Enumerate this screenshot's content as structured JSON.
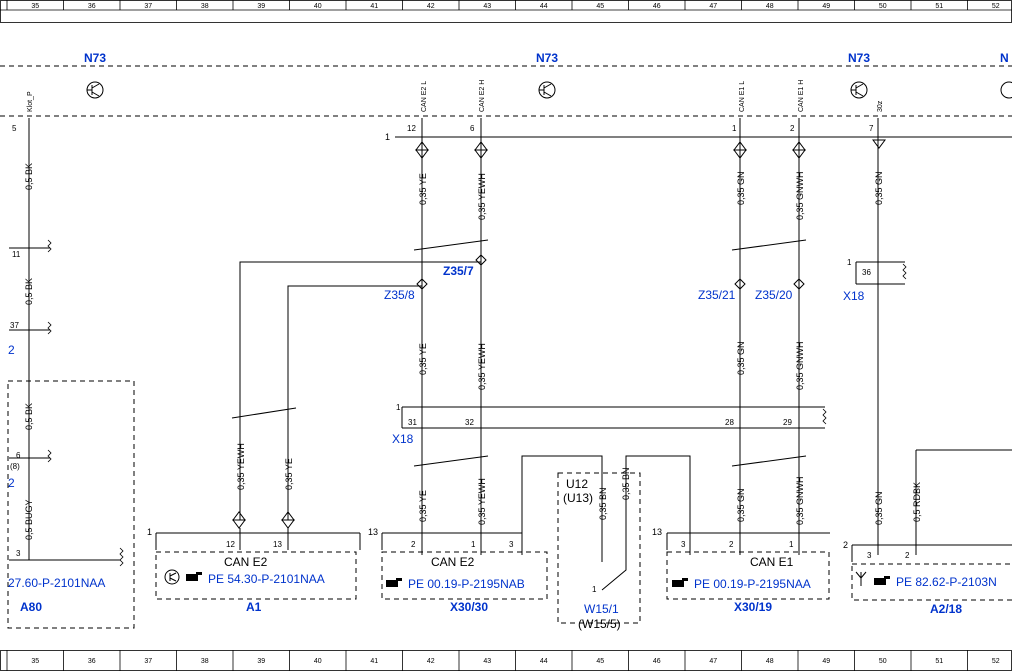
{
  "ruler": {
    "cols": [
      "35",
      "36",
      "37",
      "38",
      "39",
      "40",
      "41",
      "42",
      "43",
      "44",
      "45",
      "46",
      "47",
      "48",
      "49",
      "50",
      "51",
      "52"
    ]
  },
  "header": {
    "module_labels": [
      "N73",
      "N73",
      "N73",
      "N"
    ]
  },
  "signals": {
    "s1": "Klot_P",
    "s2": "CAN E2 L",
    "s3": "CAN E2 H",
    "s4": "CAN E1 L",
    "s5": "CAN E1 H",
    "s6": "30z"
  },
  "pins": {
    "left_5": "5",
    "left_11": "11",
    "left_37": "37",
    "left_6": "6",
    "left_8": "(8)",
    "left_3": "3",
    "n73_1": "1",
    "n73_12": "12",
    "n73_6": "6",
    "n73_1b": "1",
    "n73_2": "2",
    "n73_7": "7",
    "x18_1": "1",
    "x18_36": "36",
    "x18b_1": "1",
    "x18b_31": "31",
    "x18b_32": "32",
    "x18b_28": "28",
    "x18b_29": "29",
    "a1_1": "1",
    "a1_12": "12",
    "a1_13": "13",
    "x3030_13": "13",
    "x3030_2": "2",
    "x3030_1": "1",
    "x3030_3": "3",
    "w15_1": "1",
    "x3019_13": "13",
    "x3019_3": "3",
    "x3019_2": "2",
    "x3019_1": "1",
    "a218_2": "2",
    "a218_3": "3",
    "a218_2b": "2"
  },
  "wires": {
    "w_bk1": "0,5 BK",
    "w_bk2": "0,5 BK",
    "w_bk3": "0,5 BK",
    "w_bugy": "0,5 BUGY",
    "w_ye1": "0,35 YE",
    "w_yewh1": "0,35 YEWH",
    "w_gn1": "0,35 GN",
    "w_gnwh1": "0,35 GNWH",
    "w_gn30": "0,35 GN",
    "w_ye2": "0,35 YE",
    "w_yewh2": "0,35 YEWH",
    "w_gn2": "0,35 GN",
    "w_gnwh2": "0,35 GNWH",
    "w_yewh3": "0,35 YEWH",
    "w_ye3": "0,35 YE",
    "w_ye4": "0,35 YE",
    "w_yewh4": "0,35 YEWH",
    "w_bn1": "0,35 BN",
    "w_bn2": "0,35 BN",
    "w_gn3": "0,35 GN",
    "w_gnwh3": "0,35 GNWH",
    "w_gn4": "0,35 GN",
    "w_rdbk": "0,5 RDBK"
  },
  "labels": {
    "z35_7": "Z35/7",
    "z35_8": "Z35/8",
    "z35_21": "Z35/21",
    "z35_20": "Z35/20",
    "x18_a": "X18",
    "x18_b": "X18",
    "left_2a": "2",
    "left_2b": "2",
    "u12": "U12",
    "u13": "(U13)",
    "w15_1": "W15/1",
    "w15_5": "(W15/5)",
    "a80": "A80",
    "a1": "A1",
    "x30_30": "X30/30",
    "x30_19": "X30/19",
    "a2_18": "A2/18"
  },
  "components": {
    "a80_ref": "27.60-P-2101NAA",
    "a1_title": "CAN E2",
    "a1_ref": "PE 54.30-P-2101NAA",
    "x3030_title": "CAN E2",
    "x3030_ref": "PE 00.19-P-2195NAB",
    "x3019_title": "CAN E1",
    "x3019_ref": "PE 00.19-P-2195NAA",
    "a218_ref": "PE 82.62-P-2103N"
  }
}
